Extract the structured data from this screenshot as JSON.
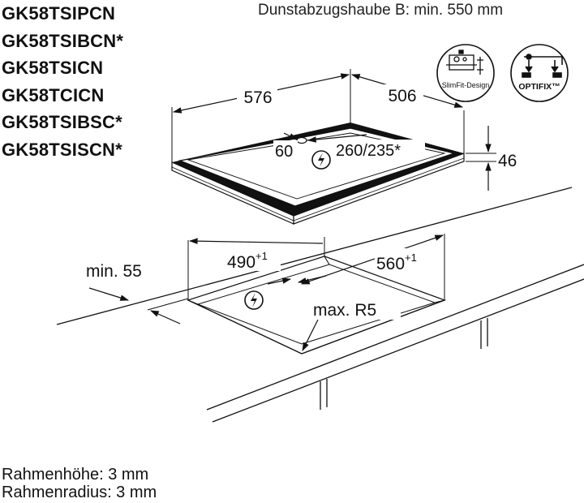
{
  "models": [
    "GK58TSIPCN",
    "GK58TSIBCN*",
    "GK58TSICN",
    "GK58TCICN",
    "GK58TSIBSC*",
    "GK58TSISCN*"
  ],
  "header_note": "Dunstabzugshaube B: min. 550 mm",
  "badges": {
    "slimfit": "SlimFit-Design",
    "optifix": "OPTIFIX™"
  },
  "hob_dimensions": {
    "width": "576",
    "depth": "506",
    "height": "46",
    "cable_offset": "60",
    "cable_distance": "260/235*"
  },
  "cutout_dimensions": {
    "width": "490",
    "width_tolerance": "+1",
    "depth": "560",
    "depth_tolerance": "+1",
    "min_edge": "min. 55",
    "max_radius": "max. R5"
  },
  "notes": [
    "Rahmenhöhe: 3 mm",
    "Rahmenradius: 3 mm"
  ]
}
